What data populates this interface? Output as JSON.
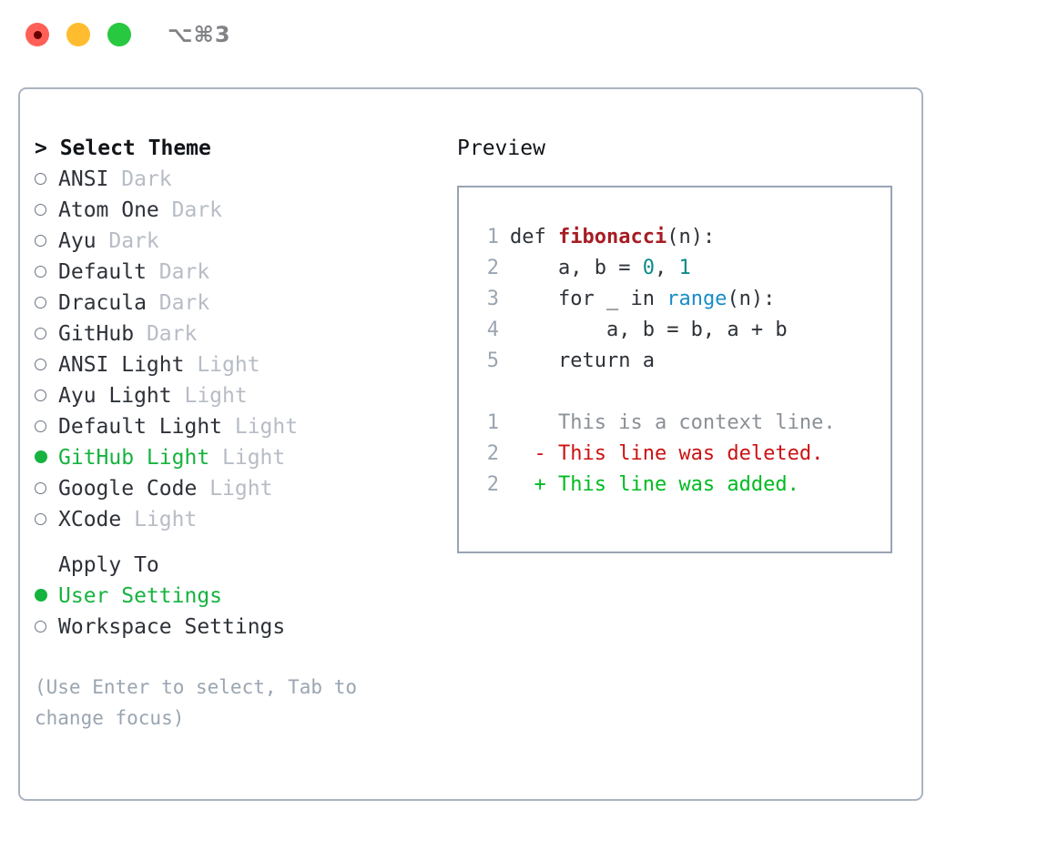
{
  "titlebar": {
    "shortcut": "⌥⌘3",
    "buttons": {
      "close": "close",
      "minimize": "minimize",
      "maximize": "maximize"
    }
  },
  "left": {
    "select_header": "> Select Theme",
    "themes": [
      {
        "marker": "o",
        "name": "ANSI",
        "badge": "Dark",
        "selected": false
      },
      {
        "marker": "o",
        "name": "Atom One",
        "badge": "Dark",
        "selected": false
      },
      {
        "marker": "o",
        "name": "Ayu",
        "badge": "Dark",
        "selected": false
      },
      {
        "marker": "o",
        "name": "Default",
        "badge": "Dark",
        "selected": false
      },
      {
        "marker": "o",
        "name": "Dracula",
        "badge": "Dark",
        "selected": false
      },
      {
        "marker": "o",
        "name": "GitHub",
        "badge": "Dark",
        "selected": false
      },
      {
        "marker": "o",
        "name": "ANSI Light",
        "badge": "Light",
        "selected": false
      },
      {
        "marker": "o",
        "name": "Ayu Light",
        "badge": "Light",
        "selected": false
      },
      {
        "marker": "o",
        "name": "Default Light",
        "badge": "Light",
        "selected": false
      },
      {
        "marker": "●",
        "name": "GitHub Light",
        "badge": "Light",
        "selected": true
      },
      {
        "marker": "o",
        "name": "Google Code",
        "badge": "Light",
        "selected": false
      },
      {
        "marker": "o",
        "name": "XCode",
        "badge": "Light",
        "selected": false
      }
    ],
    "apply_header": "Apply To",
    "apply_options": [
      {
        "marker": "●",
        "name": "User Settings",
        "selected": true
      },
      {
        "marker": "o",
        "name": "Workspace Settings",
        "selected": false
      }
    ],
    "hint": "(Use Enter to select, Tab to change focus)"
  },
  "right": {
    "preview_title": "Preview",
    "code_lines": [
      {
        "num": "1",
        "indent": "",
        "parts": [
          {
            "text": "def ",
            "kind": "plain"
          },
          {
            "text": "fibonacci",
            "kind": "fn"
          },
          {
            "text": "(n):",
            "kind": "plain"
          }
        ]
      },
      {
        "num": "2",
        "indent": "    ",
        "parts": [
          {
            "text": "a, b = ",
            "kind": "plain"
          },
          {
            "text": "0",
            "kind": "num"
          },
          {
            "text": ", ",
            "kind": "plain"
          },
          {
            "text": "1",
            "kind": "num"
          }
        ]
      },
      {
        "num": "3",
        "indent": "    ",
        "parts": [
          {
            "text": "for _ in ",
            "kind": "plain"
          },
          {
            "text": "range",
            "kind": "call"
          },
          {
            "text": "(n):",
            "kind": "plain"
          }
        ]
      },
      {
        "num": "4",
        "indent": "        ",
        "parts": [
          {
            "text": "a, b = b, a + b",
            "kind": "plain"
          }
        ]
      },
      {
        "num": "5",
        "indent": "    ",
        "parts": [
          {
            "text": "return a",
            "kind": "plain"
          }
        ]
      }
    ],
    "diff_lines": [
      {
        "num": "1",
        "sign": "  ",
        "text": "This is a context line.",
        "kind": "ctx"
      },
      {
        "num": "2",
        "sign": "- ",
        "text": "This line was deleted.",
        "kind": "del"
      },
      {
        "num": "2",
        "sign": "+ ",
        "text": "This line was added.",
        "kind": "add"
      }
    ]
  },
  "colors": {
    "selected_green": "#16b33f",
    "badge_gray": "#b7bcc5",
    "hint_gray": "#9aa5b1",
    "diff_delete": "#cc1111",
    "diff_add": "#00bb22",
    "function_red": "#a61d24",
    "number_teal": "#0d8a8a",
    "call_blue": "#1a8cc8",
    "panel_border": "#aab4c0"
  }
}
